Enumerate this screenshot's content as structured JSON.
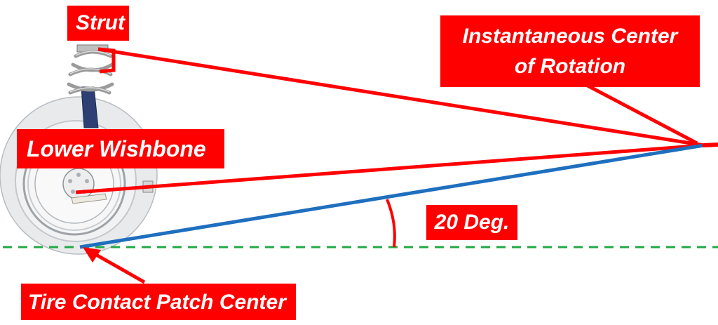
{
  "labels": {
    "strut": "Strut",
    "icr_line1": "Instantaneous Center",
    "icr_line2": "of Rotation",
    "lower_wishbone": "Lower Wishbone",
    "angle": "20 Deg.",
    "tire_contact_patch": "Tire Contact Patch Center"
  },
  "colors": {
    "label_background": "#ff0000",
    "label_text": "#ffffff",
    "construction_line": "#ff0000",
    "angle_line": "#1f6fbf",
    "ground_line": "#22aa44",
    "wheel": "#e6e8ea"
  }
}
